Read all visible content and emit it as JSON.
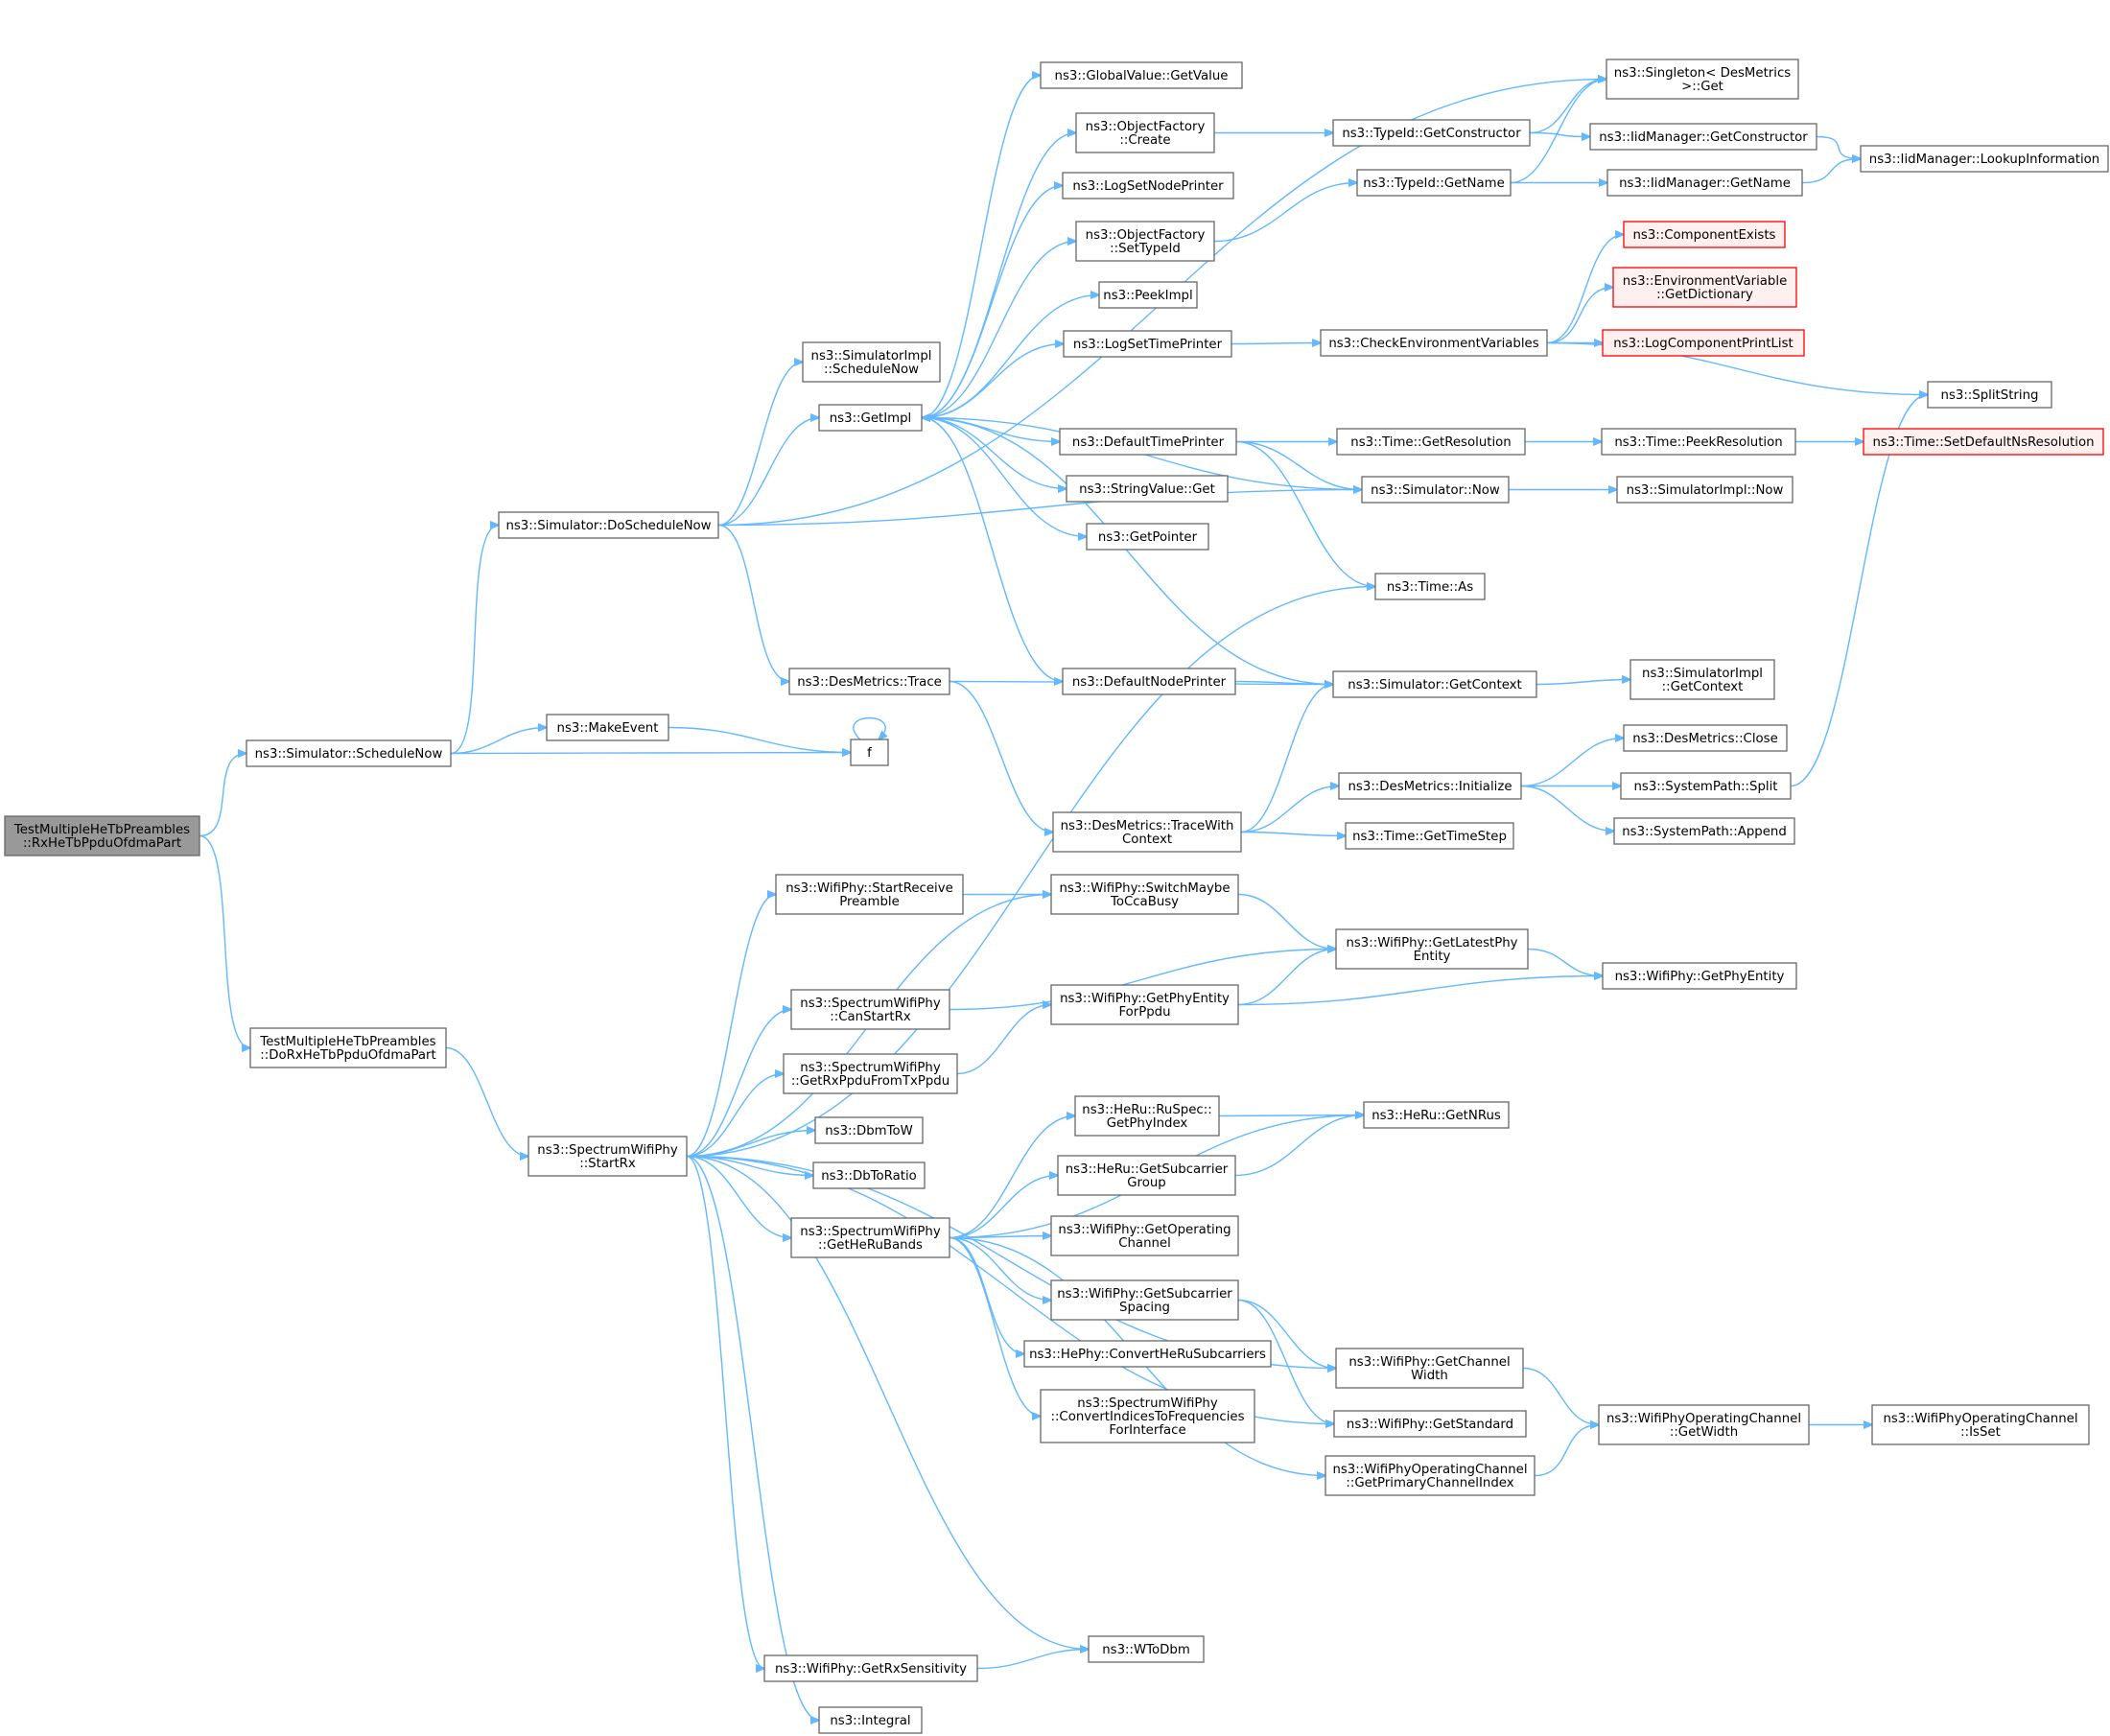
{
  "nodes": [
    {
      "id": "root",
      "lines": [
        "TestMultipleHeTbPreambles",
        "::RxHeTbPpduOfdmaPart"
      ],
      "style": "root"
    },
    {
      "id": "sched_now",
      "lines": [
        "ns3::Simulator::ScheduleNow"
      ]
    },
    {
      "id": "do_rx",
      "lines": [
        "TestMultipleHeTbPreambles",
        "::DoRxHeTbPpduOfdmaPart"
      ]
    },
    {
      "id": "do_sched_now",
      "lines": [
        "ns3::Simulator::DoScheduleNow"
      ]
    },
    {
      "id": "make_event",
      "lines": [
        "ns3::MakeEvent"
      ]
    },
    {
      "id": "f",
      "lines": [
        "f"
      ]
    },
    {
      "id": "simimpl_sched_now",
      "lines": [
        "ns3::SimulatorImpl",
        "::ScheduleNow"
      ]
    },
    {
      "id": "get_impl",
      "lines": [
        "ns3::GetImpl"
      ]
    },
    {
      "id": "des_trace",
      "lines": [
        "ns3::DesMetrics::Trace"
      ]
    },
    {
      "id": "globalvalue_get",
      "lines": [
        "ns3::GlobalValue::GetValue"
      ]
    },
    {
      "id": "objfactory_create",
      "lines": [
        "ns3::ObjectFactory",
        "::Create"
      ]
    },
    {
      "id": "log_set_node_printer",
      "lines": [
        "ns3::LogSetNodePrinter"
      ]
    },
    {
      "id": "objfactory_settypeid",
      "lines": [
        "ns3::ObjectFactory",
        "::SetTypeId"
      ]
    },
    {
      "id": "peek_impl",
      "lines": [
        "ns3::PeekImpl"
      ]
    },
    {
      "id": "log_set_time_printer",
      "lines": [
        "ns3::LogSetTimePrinter"
      ]
    },
    {
      "id": "default_time_printer",
      "lines": [
        "ns3::DefaultTimePrinter"
      ]
    },
    {
      "id": "stringvalue_get",
      "lines": [
        "ns3::StringValue::Get"
      ]
    },
    {
      "id": "get_pointer",
      "lines": [
        "ns3::GetPointer"
      ]
    },
    {
      "id": "default_node_printer",
      "lines": [
        "ns3::DefaultNodePrinter"
      ]
    },
    {
      "id": "des_trace_with_ctx",
      "lines": [
        "ns3::DesMetrics::TraceWith",
        "Context"
      ]
    },
    {
      "id": "singleton_get",
      "lines": [
        "ns3::Singleton< DesMetrics",
        ">::Get"
      ]
    },
    {
      "id": "typeid_getctor",
      "lines": [
        "ns3::TypeId::GetConstructor"
      ]
    },
    {
      "id": "iid_getctor",
      "lines": [
        "ns3::IidManager::GetConstructor"
      ]
    },
    {
      "id": "iid_lookup",
      "lines": [
        "ns3::IidManager::LookupInformation"
      ]
    },
    {
      "id": "typeid_getname",
      "lines": [
        "ns3::TypeId::GetName"
      ]
    },
    {
      "id": "iid_getname",
      "lines": [
        "ns3::IidManager::GetName"
      ]
    },
    {
      "id": "component_exists",
      "lines": [
        "ns3::ComponentExists"
      ],
      "style": "red"
    },
    {
      "id": "env_get_dict",
      "lines": [
        "ns3::EnvironmentVariable",
        "::GetDictionary"
      ],
      "style": "red"
    },
    {
      "id": "log_comp_print",
      "lines": [
        "ns3::LogComponentPrintList"
      ],
      "style": "red"
    },
    {
      "id": "check_env",
      "lines": [
        "ns3::CheckEnvironmentVariables"
      ]
    },
    {
      "id": "split_string",
      "lines": [
        "ns3::SplitString"
      ]
    },
    {
      "id": "time_get_res",
      "lines": [
        "ns3::Time::GetResolution"
      ]
    },
    {
      "id": "time_peek_res",
      "lines": [
        "ns3::Time::PeekResolution"
      ]
    },
    {
      "id": "time_set_default_ns",
      "lines": [
        "ns3::Time::SetDefaultNsResolution"
      ],
      "style": "red"
    },
    {
      "id": "simulator_now",
      "lines": [
        "ns3::Simulator::Now"
      ]
    },
    {
      "id": "simimpl_now",
      "lines": [
        "ns3::SimulatorImpl::Now"
      ]
    },
    {
      "id": "time_as",
      "lines": [
        "ns3::Time::As"
      ]
    },
    {
      "id": "sim_get_ctx",
      "lines": [
        "ns3::Simulator::GetContext"
      ]
    },
    {
      "id": "simimpl_get_ctx",
      "lines": [
        "ns3::SimulatorImpl",
        "::GetContext"
      ]
    },
    {
      "id": "des_close",
      "lines": [
        "ns3::DesMetrics::Close"
      ]
    },
    {
      "id": "des_init",
      "lines": [
        "ns3::DesMetrics::Initialize"
      ]
    },
    {
      "id": "syspath_split",
      "lines": [
        "ns3::SystemPath::Split"
      ]
    },
    {
      "id": "time_get_step",
      "lines": [
        "ns3::Time::GetTimeStep"
      ]
    },
    {
      "id": "syspath_append",
      "lines": [
        "ns3::SystemPath::Append"
      ]
    },
    {
      "id": "start_rx",
      "lines": [
        "ns3::SpectrumWifiPhy",
        "::StartRx"
      ]
    },
    {
      "id": "start_rcv_preamble",
      "lines": [
        "ns3::WifiPhy::StartReceive",
        "Preamble"
      ]
    },
    {
      "id": "switch_maybe_cca",
      "lines": [
        "ns3::WifiPhy::SwitchMaybe",
        "ToCcaBusy"
      ]
    },
    {
      "id": "get_latest_phy",
      "lines": [
        "ns3::WifiPhy::GetLatestPhy",
        "Entity"
      ]
    },
    {
      "id": "get_phy_entity",
      "lines": [
        "ns3::WifiPhy::GetPhyEntity"
      ]
    },
    {
      "id": "can_start_rx",
      "lines": [
        "ns3::SpectrumWifiPhy",
        "::CanStartRx"
      ]
    },
    {
      "id": "get_phy_entity_ppdu",
      "lines": [
        "ns3::WifiPhy::GetPhyEntity",
        "ForPpdu"
      ]
    },
    {
      "id": "get_rx_ppdu",
      "lines": [
        "ns3::SpectrumWifiPhy",
        "::GetRxPpduFromTxPpdu"
      ]
    },
    {
      "id": "dbm_to_w",
      "lines": [
        "ns3::DbmToW"
      ]
    },
    {
      "id": "db_to_ratio",
      "lines": [
        "ns3::DbToRatio"
      ]
    },
    {
      "id": "get_he_ru_bands",
      "lines": [
        "ns3::SpectrumWifiPhy",
        "::GetHeRuBands"
      ]
    },
    {
      "id": "ruspec_phyindex",
      "lines": [
        "ns3::HeRu::RuSpec::",
        "GetPhyIndex"
      ]
    },
    {
      "id": "heru_getnrus",
      "lines": [
        "ns3::HeRu::GetNRus"
      ]
    },
    {
      "id": "heru_subcarrier_grp",
      "lines": [
        "ns3::HeRu::GetSubcarrier",
        "Group"
      ]
    },
    {
      "id": "get_operating_ch",
      "lines": [
        "ns3::WifiPhy::GetOperating",
        "Channel"
      ]
    },
    {
      "id": "get_subcarrier_sp",
      "lines": [
        "ns3::WifiPhy::GetSubcarrier",
        "Spacing"
      ]
    },
    {
      "id": "convert_he_ru",
      "lines": [
        "ns3::HePhy::ConvertHeRuSubcarriers"
      ]
    },
    {
      "id": "convert_indices",
      "lines": [
        "ns3::SpectrumWifiPhy",
        "::ConvertIndicesToFrequencies",
        "ForInterface"
      ]
    },
    {
      "id": "get_channel_width",
      "lines": [
        "ns3::WifiPhy::GetChannel",
        "Width"
      ]
    },
    {
      "id": "get_standard",
      "lines": [
        "ns3::WifiPhy::GetStandard"
      ]
    },
    {
      "id": "op_get_primary",
      "lines": [
        "ns3::WifiPhyOperatingChannel",
        "::GetPrimaryChannelIndex"
      ]
    },
    {
      "id": "op_get_width",
      "lines": [
        "ns3::WifiPhyOperatingChannel",
        "::GetWidth"
      ]
    },
    {
      "id": "op_is_set",
      "lines": [
        "ns3::WifiPhyOperatingChannel",
        "::IsSet"
      ]
    },
    {
      "id": "w_to_dbm",
      "lines": [
        "ns3::WToDbm"
      ]
    },
    {
      "id": "get_rx_sens",
      "lines": [
        "ns3::WifiPhy::GetRxSensitivity"
      ]
    },
    {
      "id": "integral",
      "lines": [
        "ns3::Integral"
      ]
    }
  ],
  "edges": [
    [
      "root",
      "sched_now"
    ],
    [
      "root",
      "do_rx"
    ],
    [
      "sched_now",
      "do_sched_now"
    ],
    [
      "sched_now",
      "make_event"
    ],
    [
      "sched_now",
      "f"
    ],
    [
      "make_event",
      "f"
    ],
    [
      "f",
      "f"
    ],
    [
      "do_sched_now",
      "singleton_get"
    ],
    [
      "do_sched_now",
      "simimpl_sched_now"
    ],
    [
      "do_sched_now",
      "get_impl"
    ],
    [
      "do_sched_now",
      "simulator_now"
    ],
    [
      "do_sched_now",
      "des_trace"
    ],
    [
      "get_impl",
      "globalvalue_get"
    ],
    [
      "get_impl",
      "objfactory_create"
    ],
    [
      "get_impl",
      "log_set_node_printer"
    ],
    [
      "get_impl",
      "objfactory_settypeid"
    ],
    [
      "get_impl",
      "peek_impl"
    ],
    [
      "get_impl",
      "log_set_time_printer"
    ],
    [
      "get_impl",
      "default_time_printer"
    ],
    [
      "get_impl",
      "stringvalue_get"
    ],
    [
      "get_impl",
      "get_pointer"
    ],
    [
      "get_impl",
      "default_node_printer"
    ],
    [
      "objfactory_create",
      "typeid_getctor"
    ],
    [
      "objfactory_settypeid",
      "typeid_getname"
    ],
    [
      "typeid_getctor",
      "singleton_get"
    ],
    [
      "typeid_getctor",
      "iid_getctor"
    ],
    [
      "iid_getctor",
      "iid_lookup"
    ],
    [
      "typeid_getname",
      "singleton_get"
    ],
    [
      "typeid_getname",
      "iid_getname"
    ],
    [
      "iid_getname",
      "iid_lookup"
    ],
    [
      "log_set_time_printer",
      "check_env"
    ],
    [
      "check_env",
      "component_exists"
    ],
    [
      "check_env",
      "env_get_dict"
    ],
    [
      "check_env",
      "log_comp_print"
    ],
    [
      "check_env",
      "split_string"
    ],
    [
      "default_time_printer",
      "time_get_res"
    ],
    [
      "default_time_printer",
      "simulator_now"
    ],
    [
      "default_time_printer",
      "time_as"
    ],
    [
      "time_get_res",
      "time_peek_res"
    ],
    [
      "time_peek_res",
      "time_set_default_ns"
    ],
    [
      "simulator_now",
      "get_impl"
    ],
    [
      "simulator_now",
      "simimpl_now"
    ],
    [
      "default_node_printer",
      "sim_get_ctx"
    ],
    [
      "sim_get_ctx",
      "get_impl"
    ],
    [
      "sim_get_ctx",
      "simimpl_get_ctx"
    ],
    [
      "des_trace",
      "sim_get_ctx"
    ],
    [
      "des_trace",
      "des_trace_with_ctx"
    ],
    [
      "des_trace_with_ctx",
      "sim_get_ctx"
    ],
    [
      "des_trace_with_ctx",
      "des_init"
    ],
    [
      "des_trace_with_ctx",
      "time_get_step"
    ],
    [
      "des_init",
      "des_close"
    ],
    [
      "des_init",
      "syspath_split"
    ],
    [
      "des_init",
      "syspath_append"
    ],
    [
      "syspath_split",
      "split_string"
    ],
    [
      "do_rx",
      "start_rx"
    ],
    [
      "start_rx",
      "time_as"
    ],
    [
      "start_rx",
      "start_rcv_preamble"
    ],
    [
      "start_rx",
      "switch_maybe_cca"
    ],
    [
      "start_rx",
      "can_start_rx"
    ],
    [
      "start_rx",
      "get_rx_ppdu"
    ],
    [
      "start_rx",
      "dbm_to_w"
    ],
    [
      "start_rx",
      "db_to_ratio"
    ],
    [
      "start_rx",
      "get_he_ru_bands"
    ],
    [
      "start_rx",
      "get_channel_width"
    ],
    [
      "start_rx",
      "get_standard"
    ],
    [
      "start_rx",
      "w_to_dbm"
    ],
    [
      "start_rx",
      "get_rx_sens"
    ],
    [
      "start_rx",
      "integral"
    ],
    [
      "start_rcv_preamble",
      "switch_maybe_cca"
    ],
    [
      "switch_maybe_cca",
      "get_latest_phy"
    ],
    [
      "get_latest_phy",
      "get_phy_entity"
    ],
    [
      "can_start_rx",
      "get_latest_phy"
    ],
    [
      "get_rx_ppdu",
      "get_phy_entity_ppdu"
    ],
    [
      "get_phy_entity_ppdu",
      "get_latest_phy"
    ],
    [
      "get_phy_entity_ppdu",
      "get_phy_entity"
    ],
    [
      "get_he_ru_bands",
      "heru_getnrus"
    ],
    [
      "get_he_ru_bands",
      "ruspec_phyindex"
    ],
    [
      "get_he_ru_bands",
      "heru_subcarrier_grp"
    ],
    [
      "get_he_ru_bands",
      "get_operating_ch"
    ],
    [
      "get_he_ru_bands",
      "get_subcarrier_sp"
    ],
    [
      "get_he_ru_bands",
      "convert_he_ru"
    ],
    [
      "get_he_ru_bands",
      "convert_indices"
    ],
    [
      "get_he_ru_bands",
      "op_get_primary"
    ],
    [
      "ruspec_phyindex",
      "heru_getnrus"
    ],
    [
      "heru_subcarrier_grp",
      "heru_getnrus"
    ],
    [
      "get_subcarrier_sp",
      "get_channel_width"
    ],
    [
      "get_subcarrier_sp",
      "get_standard"
    ],
    [
      "get_channel_width",
      "op_get_width"
    ],
    [
      "op_get_primary",
      "op_get_width"
    ],
    [
      "op_get_width",
      "op_is_set"
    ],
    [
      "get_rx_sens",
      "w_to_dbm"
    ]
  ]
}
